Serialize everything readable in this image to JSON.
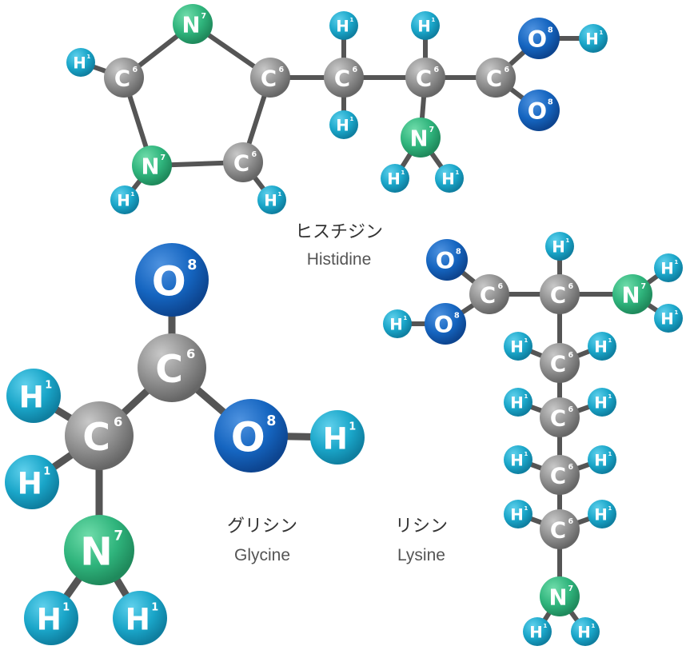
{
  "colors": {
    "carbon": "#8a8a8a",
    "hydrogen": "#1aa6c9",
    "nitrogen": "#2fb47c",
    "oxygen": "#1565c0",
    "bond": "#555555"
  },
  "element_symbols": {
    "C": "C",
    "H": "H",
    "N": "N",
    "O": "O"
  },
  "atomic_numbers": {
    "C": "6",
    "H": "1",
    "N": "7",
    "O": "8"
  },
  "molecules": {
    "histidine": {
      "name_jp": "ヒスチジン",
      "name_en": "Histidine"
    },
    "glycine": {
      "name_jp": "グリシン",
      "name_en": "Glycine"
    },
    "lysine": {
      "name_jp": "リシン",
      "name_en": "Lysine"
    }
  }
}
